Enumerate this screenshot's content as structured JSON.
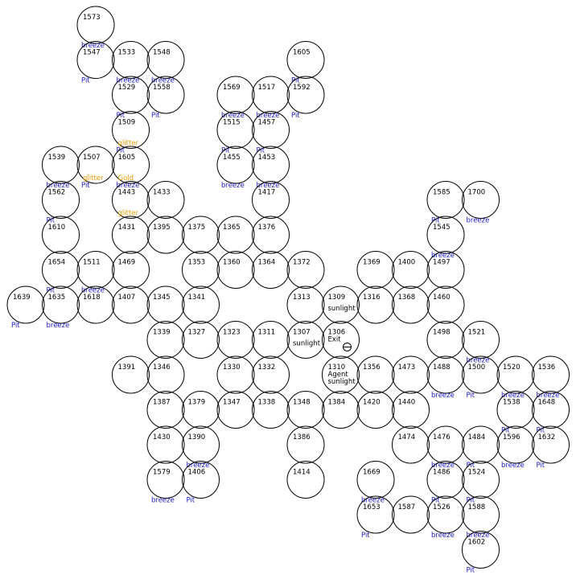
{
  "map": {
    "colors": {
      "cell_stroke": "#000000",
      "id_text": "#000000",
      "breeze": "#1a1acc",
      "pit": "#1a1acc",
      "glitter": "#e69a00",
      "gold": "#e69a00",
      "sunlight": "#000000",
      "agent": "#000000",
      "exit": "#000000"
    },
    "cells": [
      {
        "id": "1573",
        "c": 2,
        "r": 0,
        "labels": [
          "breeze"
        ]
      },
      {
        "id": "1547",
        "c": 2,
        "r": 1,
        "labels": [
          "Pit"
        ]
      },
      {
        "id": "1533",
        "c": 3,
        "r": 1,
        "labels": [
          "breeze"
        ]
      },
      {
        "id": "1548",
        "c": 4,
        "r": 1,
        "labels": [
          "breeze"
        ]
      },
      {
        "id": "1605",
        "c": 8,
        "r": 1,
        "labels": [
          "Pit"
        ]
      },
      {
        "id": "1529",
        "c": 3,
        "r": 2,
        "labels": [
          "Pit"
        ]
      },
      {
        "id": "1558",
        "c": 4,
        "r": 2,
        "labels": [
          "Pit"
        ]
      },
      {
        "id": "1569",
        "c": 6,
        "r": 2,
        "labels": [
          "breeze"
        ]
      },
      {
        "id": "1517",
        "c": 7,
        "r": 2,
        "labels": [
          "breeze"
        ]
      },
      {
        "id": "1592",
        "c": 8,
        "r": 2,
        "labels": [
          "Pit"
        ]
      },
      {
        "id": "1509",
        "c": 3,
        "r": 3,
        "labels": [
          "glitter",
          "Pit"
        ]
      },
      {
        "id": "1515",
        "c": 6,
        "r": 3,
        "labels": [
          "Pit"
        ]
      },
      {
        "id": "1457",
        "c": 7,
        "r": 3,
        "labels": [
          "Pit"
        ]
      },
      {
        "id": "1539",
        "c": 1,
        "r": 4,
        "labels": [
          "breeze"
        ]
      },
      {
        "id": "1507",
        "c": 2,
        "r": 4,
        "labels": [
          "glitter",
          "Pit"
        ]
      },
      {
        "id": "1605",
        "c": 3,
        "r": 4,
        "labels": [
          "Gold",
          "breeze"
        ]
      },
      {
        "id": "1455",
        "c": 6,
        "r": 4,
        "labels": [
          "breeze"
        ]
      },
      {
        "id": "1453",
        "c": 7,
        "r": 4,
        "labels": [
          "breeze"
        ]
      },
      {
        "id": "1562",
        "c": 1,
        "r": 5,
        "labels": [
          "Pit"
        ]
      },
      {
        "id": "1443",
        "c": 3,
        "r": 5,
        "labels": [
          "glitter"
        ]
      },
      {
        "id": "1433",
        "c": 4,
        "r": 5,
        "labels": []
      },
      {
        "id": "1417",
        "c": 7,
        "r": 5,
        "labels": []
      },
      {
        "id": "1585",
        "c": 12,
        "r": 5,
        "labels": [
          "Pit"
        ]
      },
      {
        "id": "1700",
        "c": 13,
        "r": 5,
        "labels": [
          "breeze"
        ]
      },
      {
        "id": "1610",
        "c": 1,
        "r": 6,
        "labels": []
      },
      {
        "id": "1431",
        "c": 3,
        "r": 6,
        "labels": []
      },
      {
        "id": "1395",
        "c": 4,
        "r": 6,
        "labels": []
      },
      {
        "id": "1375",
        "c": 5,
        "r": 6,
        "labels": []
      },
      {
        "id": "1365",
        "c": 6,
        "r": 6,
        "labels": []
      },
      {
        "id": "1376",
        "c": 7,
        "r": 6,
        "labels": []
      },
      {
        "id": "1545",
        "c": 12,
        "r": 6,
        "labels": [
          "breeze"
        ]
      },
      {
        "id": "1654",
        "c": 1,
        "r": 7,
        "labels": [
          "Pit"
        ]
      },
      {
        "id": "1511",
        "c": 2,
        "r": 7,
        "labels": [
          "breeze"
        ]
      },
      {
        "id": "1469",
        "c": 3,
        "r": 7,
        "labels": []
      },
      {
        "id": "1353",
        "c": 5,
        "r": 7,
        "labels": []
      },
      {
        "id": "1360",
        "c": 6,
        "r": 7,
        "labels": []
      },
      {
        "id": "1364",
        "c": 7,
        "r": 7,
        "labels": []
      },
      {
        "id": "1372",
        "c": 8,
        "r": 7,
        "labels": []
      },
      {
        "id": "1369",
        "c": 10,
        "r": 7,
        "labels": []
      },
      {
        "id": "1400",
        "c": 11,
        "r": 7,
        "labels": []
      },
      {
        "id": "1497",
        "c": 12,
        "r": 7,
        "labels": []
      },
      {
        "id": "1639",
        "c": 0,
        "r": 8,
        "labels": [
          "Pit"
        ]
      },
      {
        "id": "1635",
        "c": 1,
        "r": 8,
        "labels": [
          "breeze"
        ]
      },
      {
        "id": "1618",
        "c": 2,
        "r": 8,
        "labels": []
      },
      {
        "id": "1407",
        "c": 3,
        "r": 8,
        "labels": []
      },
      {
        "id": "1345",
        "c": 4,
        "r": 8,
        "labels": []
      },
      {
        "id": "1341",
        "c": 5,
        "r": 8,
        "labels": []
      },
      {
        "id": "1313",
        "c": 8,
        "r": 8,
        "labels": []
      },
      {
        "id": "1309",
        "c": 9,
        "r": 8,
        "labels": [
          "sunlight"
        ]
      },
      {
        "id": "1316",
        "c": 10,
        "r": 8,
        "labels": []
      },
      {
        "id": "1368",
        "c": 11,
        "r": 8,
        "labels": []
      },
      {
        "id": "1460",
        "c": 12,
        "r": 8,
        "labels": []
      },
      {
        "id": "1339",
        "c": 4,
        "r": 9,
        "labels": []
      },
      {
        "id": "1327",
        "c": 5,
        "r": 9,
        "labels": []
      },
      {
        "id": "1323",
        "c": 6,
        "r": 9,
        "labels": []
      },
      {
        "id": "1311",
        "c": 7,
        "r": 9,
        "labels": []
      },
      {
        "id": "1307",
        "c": 8,
        "r": 9,
        "labels": [
          "sunlight"
        ]
      },
      {
        "id": "1306",
        "c": 9,
        "r": 9,
        "labels": [
          "Exit"
        ],
        "exit": true
      },
      {
        "id": "1498",
        "c": 12,
        "r": 9,
        "labels": []
      },
      {
        "id": "1521",
        "c": 13,
        "r": 9,
        "labels": [
          "breeze"
        ]
      },
      {
        "id": "1391",
        "c": 3,
        "r": 10,
        "labels": []
      },
      {
        "id": "1346",
        "c": 4,
        "r": 10,
        "labels": []
      },
      {
        "id": "1330",
        "c": 6,
        "r": 10,
        "labels": []
      },
      {
        "id": "1332",
        "c": 7,
        "r": 10,
        "labels": []
      },
      {
        "id": "1310",
        "c": 9,
        "r": 10,
        "labels": [
          "Agent",
          "sunlight"
        ]
      },
      {
        "id": "1356",
        "c": 10,
        "r": 10,
        "labels": []
      },
      {
        "id": "1473",
        "c": 11,
        "r": 10,
        "labels": []
      },
      {
        "id": "1488",
        "c": 12,
        "r": 10,
        "labels": [
          "breeze"
        ]
      },
      {
        "id": "1500",
        "c": 13,
        "r": 10,
        "labels": [
          "Pit"
        ]
      },
      {
        "id": "1520",
        "c": 14,
        "r": 10,
        "labels": [
          "breeze"
        ]
      },
      {
        "id": "1536",
        "c": 15,
        "r": 10,
        "labels": [
          "breeze"
        ]
      },
      {
        "id": "1387",
        "c": 4,
        "r": 11,
        "labels": []
      },
      {
        "id": "1379",
        "c": 5,
        "r": 11,
        "labels": []
      },
      {
        "id": "1347",
        "c": 6,
        "r": 11,
        "labels": []
      },
      {
        "id": "1338",
        "c": 7,
        "r": 11,
        "labels": []
      },
      {
        "id": "1348",
        "c": 8,
        "r": 11,
        "labels": []
      },
      {
        "id": "1384",
        "c": 9,
        "r": 11,
        "labels": []
      },
      {
        "id": "1420",
        "c": 10,
        "r": 11,
        "labels": []
      },
      {
        "id": "1440",
        "c": 11,
        "r": 11,
        "labels": []
      },
      {
        "id": "1538",
        "c": 14,
        "r": 11,
        "labels": [
          "Pit"
        ]
      },
      {
        "id": "1648",
        "c": 15,
        "r": 11,
        "labels": [
          "Pit"
        ]
      },
      {
        "id": "1430",
        "c": 4,
        "r": 12,
        "labels": []
      },
      {
        "id": "1390",
        "c": 5,
        "r": 12,
        "labels": [
          "breeze"
        ]
      },
      {
        "id": "1386",
        "c": 8,
        "r": 12,
        "labels": []
      },
      {
        "id": "1474",
        "c": 11,
        "r": 12,
        "labels": []
      },
      {
        "id": "1476",
        "c": 12,
        "r": 12,
        "labels": [
          "breeze"
        ]
      },
      {
        "id": "1484",
        "c": 13,
        "r": 12,
        "labels": [
          "Pit"
        ]
      },
      {
        "id": "1596",
        "c": 14,
        "r": 12,
        "labels": [
          "breeze"
        ]
      },
      {
        "id": "1632",
        "c": 15,
        "r": 12,
        "labels": [
          "Pit"
        ]
      },
      {
        "id": "1579",
        "c": 4,
        "r": 13,
        "labels": [
          "breeze"
        ]
      },
      {
        "id": "1406",
        "c": 5,
        "r": 13,
        "labels": [
          "Pit"
        ]
      },
      {
        "id": "1414",
        "c": 8,
        "r": 13,
        "labels": []
      },
      {
        "id": "1669",
        "c": 10,
        "r": 13,
        "labels": [
          "breeze"
        ]
      },
      {
        "id": "1486",
        "c": 12,
        "r": 13,
        "labels": [
          "Pit"
        ]
      },
      {
        "id": "1524",
        "c": 13,
        "r": 13,
        "labels": [
          "Pit"
        ]
      },
      {
        "id": "1653",
        "c": 10,
        "r": 14,
        "labels": [
          "Pit"
        ]
      },
      {
        "id": "1587",
        "c": 11,
        "r": 14,
        "labels": []
      },
      {
        "id": "1526",
        "c": 12,
        "r": 14,
        "labels": [
          "breeze"
        ]
      },
      {
        "id": "1588",
        "c": 13,
        "r": 14,
        "labels": [
          "breeze"
        ]
      },
      {
        "id": "1602",
        "c": 13,
        "r": 15,
        "labels": [
          "Pit"
        ]
      }
    ]
  }
}
